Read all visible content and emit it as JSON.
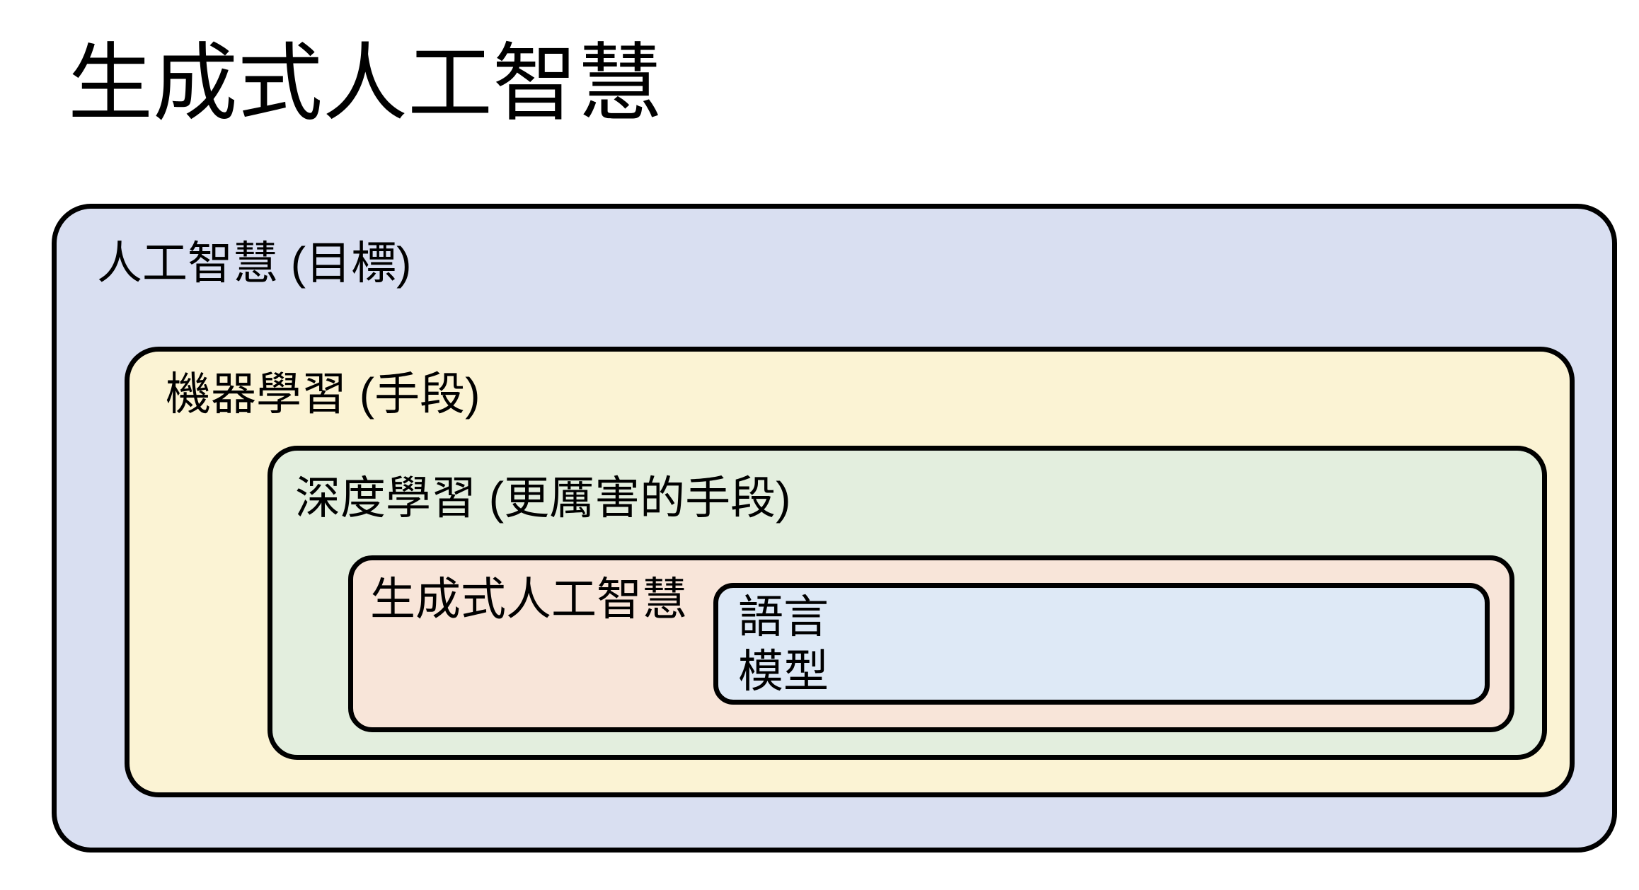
{
  "title": "生成式人工智慧",
  "diagram": {
    "border_color": "#000000",
    "text_color": "#000000",
    "background": "#ffffff",
    "boxes": {
      "ai": {
        "label": "人工智慧 (目標)",
        "fill": "#D9DFF1"
      },
      "ml": {
        "label": "機器學習 (手段)",
        "fill": "#FBF3D4"
      },
      "dl": {
        "label": "深度學習 (更厲害的手段)",
        "fill": "#E3EEDE"
      },
      "genai": {
        "label": "生成式人工智慧",
        "fill": "#F8E5D9"
      },
      "lm": {
        "label": "語言\n模型",
        "fill": "#DEE9F6"
      }
    }
  }
}
